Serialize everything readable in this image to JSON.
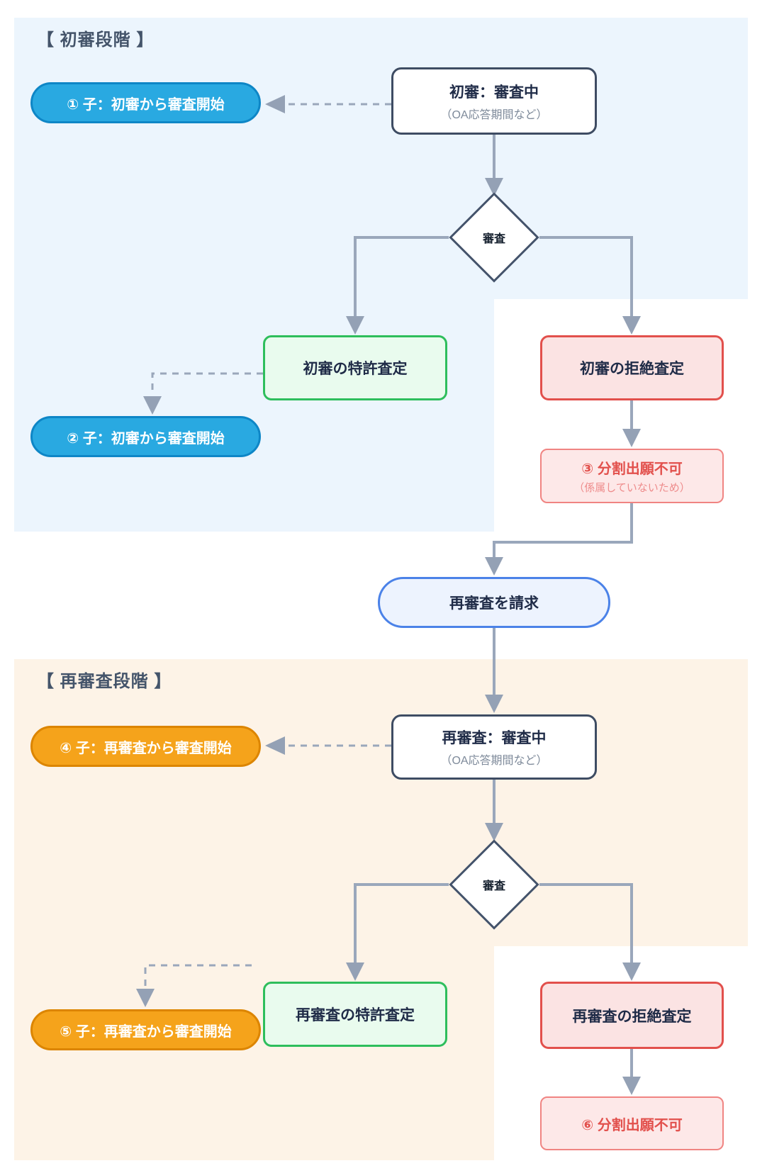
{
  "colors": {
    "panel_first_exam_bg": "#ECF5FD",
    "panel_reexam_bg": "#FDF3E7",
    "section_title_text": "#44546A",
    "connector_gray": "#9AA7BB",
    "node_border_dark": "#3E4C63",
    "node_title_text": "#1F2B47",
    "node_subtitle_text": "#7E8A9A",
    "blue_pill_bg": "#29A9E1",
    "blue_pill_border": "#0E86C6",
    "orange_pill_bg": "#F5A31B",
    "orange_pill_border": "#DC8500",
    "grant_box_bg": "#E9FBEE",
    "grant_box_border": "#2EBE5C",
    "rejection_box_bg": "#FBE3E3",
    "rejection_box_border": "#E2504C",
    "no_division_bg": "#FDE8E8",
    "no_division_border": "#F08482",
    "no_division_text": "#E2504C",
    "request_pill_bg": "#EDF3FE",
    "request_pill_border": "#4B82E8"
  },
  "section1": {
    "title": "【 初審段階 】",
    "pill1": "① 子：初審から審査開始",
    "examining": {
      "title": "初審：審査中",
      "subtitle": "（OA応答期間など）"
    },
    "decision": "審査",
    "grant": "初審の特許査定",
    "rejection": "初審の拒絶査定",
    "pill2": "② 子：初審から審査開始",
    "no_division": {
      "title": "③ 分割出願不可",
      "subtitle": "（係属していないため）"
    }
  },
  "middle": {
    "request_reexam": "再審査を請求"
  },
  "section2": {
    "title": "【 再審査段階 】",
    "pill4": "④ 子：再審査から審査開始",
    "examining": {
      "title": "再審査：審査中",
      "subtitle": "（OA応答期間など）"
    },
    "decision": "審査",
    "grant": "再審査の特許査定",
    "rejection": "再審査の拒絶査定",
    "pill5": "⑤ 子：再審査から審査開始",
    "no_division": {
      "title": "⑥ 分割出願不可"
    }
  }
}
